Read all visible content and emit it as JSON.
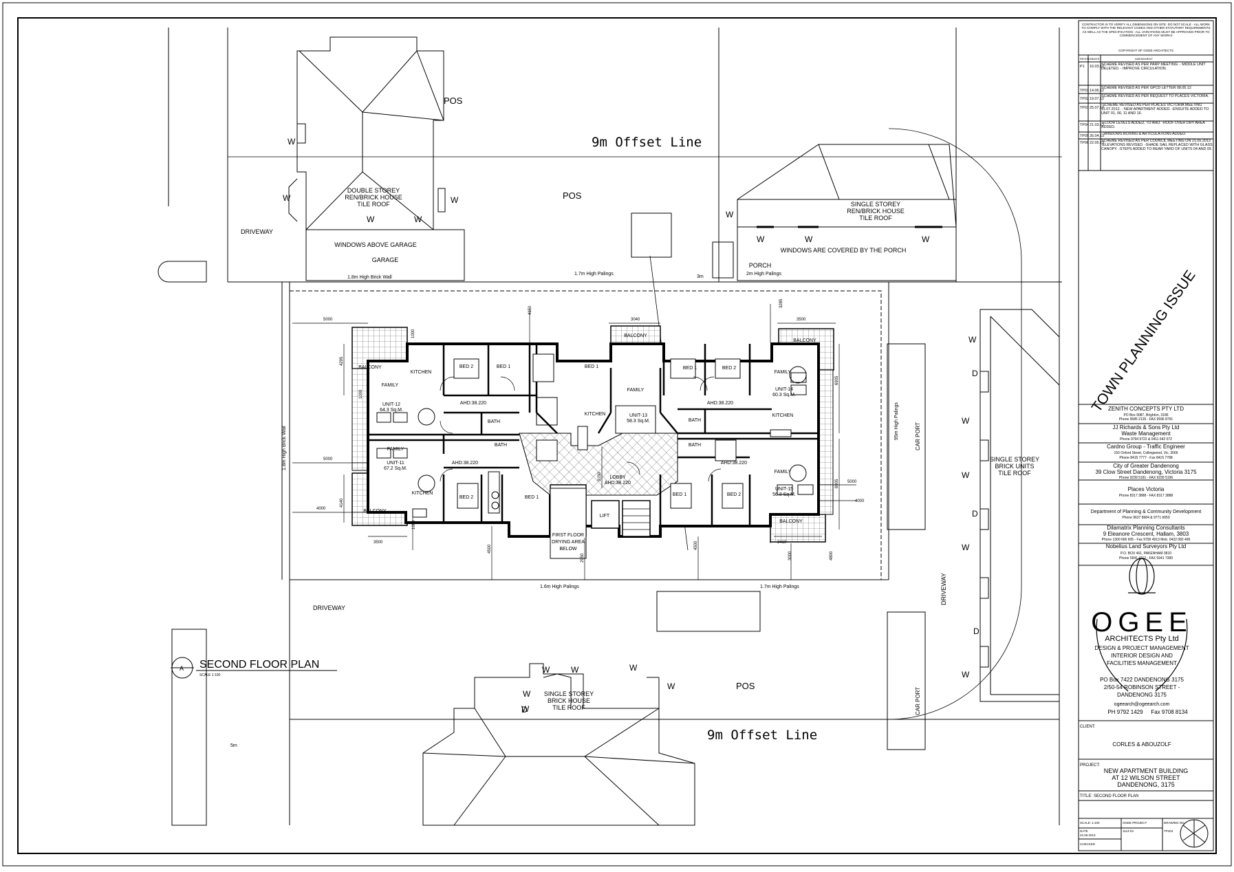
{
  "drawing": {
    "title": "SECOND FLOOR PLAN",
    "scale": "SCALE 1:100",
    "section_marker": "A"
  },
  "site": {
    "offset_line_top": "9m Offset Line",
    "offset_line_bottom": "9m Offset Line",
    "pos_labels": [
      "POS",
      "POS",
      "POS"
    ],
    "driveway_labels": [
      "DRIVEWAY",
      "DRIVEWAY",
      "DRIVEWAY"
    ],
    "car_port_labels": [
      "CAR PORT",
      "CAR PORT"
    ],
    "fences": {
      "top_left": "1.8m High Brick Wall",
      "top_mid": "1.7m High Palings",
      "top_right": "2m High Palings",
      "top_3m": "3m",
      "left_side": "1.8m High Brick Wall",
      "right_side": "95m High Palings",
      "bottom_left": "1.6m High Palings",
      "bottom_right": "1.7m High Palings"
    },
    "distance_5m": "5m",
    "neighbours": {
      "top_left": [
        "DOUBLE STOREY",
        "REN/BRICK HOUSE",
        "TILE ROOF"
      ],
      "garage_windows": "WINDOWS ABOVE GARAGE",
      "garage": "GARAGE",
      "top_right": [
        "SINGLE STOREY",
        "REN/BRICK HOUSE",
        "TILE ROOF"
      ],
      "porch_windows": "WINDOWS ARE COVERED BY THE PORCH",
      "porch": "PORCH",
      "right": [
        "SINGLE STOREY",
        "BRICK UNITS",
        "TILE ROOF"
      ],
      "bottom": [
        "SINGLE STOREY",
        "BRICK HOUSE",
        "TILE ROOF"
      ]
    }
  },
  "plan": {
    "units": [
      {
        "name": "UNIT-12",
        "area": "64.3 Sq.M."
      },
      {
        "name": "UNIT-11",
        "area": "67.2 Sq.M."
      },
      {
        "name": "UNIT-13",
        "area": "58.3 Sq.M."
      },
      {
        "name": "UNIT-14",
        "area": "60.3 Sq.M."
      },
      {
        "name": "UNIT-15",
        "area": "56.3 Sq.M."
      }
    ],
    "rooms": {
      "balcony": "BALCONY",
      "kitchen": "KITCHEN",
      "family": "FAMILY",
      "bed1": "BED 1",
      "bed2": "BED 2",
      "bath": "BATH",
      "lobby": "LOBBY",
      "lift": "LIFT",
      "drying": [
        "FIRST FLOOR",
        "DRYING AREA",
        "BELOW"
      ]
    },
    "ahd": [
      "AHD:38.220",
      "AHD:38.220",
      "AHD:38.220",
      "AHD:38.220",
      "AHD:38.220"
    ],
    "dims": [
      "5000",
      "5000",
      "4000",
      "4150",
      "3040",
      "3500",
      "3285",
      "4295",
      "1000",
      "4140",
      "3500",
      "3410",
      "5000",
      "4000",
      "6905",
      "6905",
      "4500",
      "2950",
      "3150",
      "4500",
      "3000",
      "4800",
      "1000",
      "1000"
    ]
  },
  "title_block": {
    "disclaimer": "CONTRACTOR IS TO VERIFY ALL DIMENSIONS ON SITE. DO NOT SCALE - ALL WORK TO COMPLY WITH THE RELEVANT CODES AND OTHER STATUTORY REQUIREMENTS AS WELL AS THE SPECIFICATION - ALL VARIATIONS MUST BE APPROVED PRIOR TO COMMENCEMENT OF ANY WORKS",
    "copyright": "COPYRIGHT OF OGEE ARCHITECTS",
    "rev_headers": [
      "REVISION",
      "DATE",
      "AMENDMENT"
    ],
    "revisions": [
      {
        "rev": "P1",
        "date": "16.03.12",
        "text": "SCHEME REVISED AS PER PARP MEETING: - MIDDLE UNIT DELETED. - IMPROVE CIRCULATION."
      },
      {
        "rev": "TP01",
        "date": "14.06.12",
        "text": "SCHEME REVISED AS PER GPCD LETTER 08.05.12"
      },
      {
        "rev": "TP02",
        "date": "19.07.12",
        "text": "SCHEME REVISED AS PER REQUEST TO PLACES VICTORIA."
      },
      {
        "rev": "TP03",
        "date": "25.07.12",
        "text": "-SCHEME REVISED AS PER PLACES VICTORIA MEETING 11.07.2012. - NEW APARTMENT ADDED. -ENSUITE ADDED TO UNIT 01, 06, 11 AND 16."
      },
      {
        "rev": "TP04",
        "date": "21.03.13",
        "text": "-FLOOR LEVELS ADDED, TO AHD. -ROOF OVER DRY AREA ADDED."
      },
      {
        "rev": "TP05",
        "date": "26.04.13",
        "text": "- WINDOWS BOXING & ARTICULATIONS ADDED."
      },
      {
        "rev": "TP06",
        "date": "22.05.13",
        "text": "SCHEME REVISED AS PER COUNCIL MEETING ON 21.05.2013 -ELEVATIONS REVISED. -SHADE SAIL REPLACED WITH GLASS CANOPY. -STEPS ADDED TO REAR YARD OF UNITS 04 AND 05"
      }
    ],
    "issue_stamp": "TOWN PLANNING ISSUE",
    "consultants": [
      {
        "name": "ZENITH CONCEPTS PTY LTD",
        "lines": [
          "PO Box 9087, Brighton, 3186",
          "Phone 9585 2126 - FAX 9596 8791"
        ]
      },
      {
        "name": "JJ Richards & Sons Pty Ltd",
        "lines": [
          "Waste Management",
          "Phone 9794 5722 & 0411 642 072"
        ]
      },
      {
        "name": "Cardno Group - Traffic Engineer",
        "lines": [
          "150 Oxford Street, Collingwood, Vic. 3066",
          "Phone 8415 7777 - Fax 8415 7788"
        ]
      },
      {
        "name": "City of Greater Dandenong",
        "lines": [
          "39 Clow Street Dandenong, Victoria 3175",
          "Phone 9239 5181 - FAX 9239 5196"
        ]
      },
      {
        "name": "Places Victoria",
        "lines": [
          "Phone 8317 3888 - FAX 8317 3888"
        ]
      },
      {
        "name": "Department of Planning & Community Development",
        "lines": [
          "Phone 9637 8684 & 9771 6659"
        ]
      },
      {
        "name": "Dilamatrix Planning Consultants",
        "lines": [
          "9 Eleanore Crescent, Hallam, 3803",
          "Phone 1300 666 605 - Fax 9796 4913 Mob. 0422 082 496"
        ]
      },
      {
        "name": "Nobelius Land Surveyors Pty Ltd",
        "lines": [
          "P.O. BOX 461, PAKENHAM 3810",
          "Phone 5941 4112 - FAX 5941 7389"
        ]
      }
    ],
    "architect": {
      "logo": "OGEE",
      "name": "ARCHITECTS Pty Ltd",
      "services": [
        "DESIGN & PROJECT MANAGEMENT",
        "INTERIOR DESIGN AND",
        "FACILITIES MANAGEMENT"
      ],
      "address": [
        "PO Box 7422 DANDENONG 3175",
        "2/50-54 ROBINSON STREET -",
        "DANDENONG 3175"
      ],
      "email": "ogeearch@ogeearch.com",
      "phone": "PH 9792 1429",
      "fax": "Fax 9708 8134"
    },
    "client_label": "CLIENT:",
    "client": "CORLES & ABOUZOLF",
    "project_label": "PROJECT:",
    "project": [
      "NEW APARTMENT BUILDING",
      "AT 12 WILSON STREET",
      "DANDENONG, 3175"
    ],
    "title_label": "TITLE:",
    "title": "SECOND FLOOR PLAN",
    "fields": {
      "scale_label": "SCALE: 1:100",
      "date_label": "DATE",
      "date": "22.05.2013",
      "checked_label": "CHECKED",
      "project_no_label": "OGEE PROJECT",
      "project_no": "1113-03",
      "drawing_no_label": "DRAWING NO.",
      "drawing_no": "TP404"
    }
  }
}
